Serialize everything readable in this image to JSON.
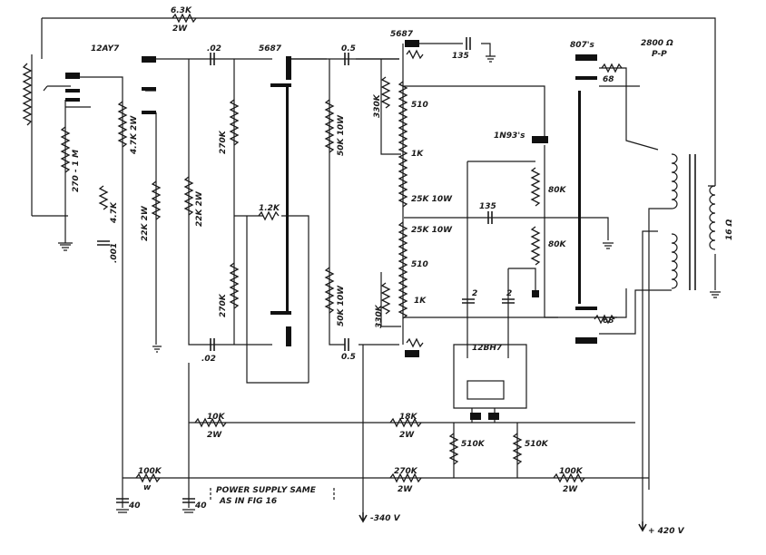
{
  "labels": {
    "fb_res_value": "6.3K",
    "fb_res_watt": "2W",
    "preamp_tube": "12AY7",
    "cap_02_top": ".02",
    "driver_tube": "5687",
    "cap_05_top": "0.5",
    "out_driver_tube": "5687",
    "cap_135_top": "135",
    "output_tubes": "807's",
    "load_value": "2800 Ω",
    "load_note": "P-P",
    "pot_value": "270 - 1 M",
    "res_47k_2w": "4.7K 2W",
    "res_4_7k": "4.7K",
    "res_22k_2w": "22K 2W",
    "cap_001": ".001",
    "res_22k_2w_b": "22K 2W",
    "res_270k_top": "270K",
    "res_1_2k": "1.2K",
    "res_50k_10w_top": "50K 10W",
    "res_330k_top": "330K",
    "res_510_top": "510",
    "diode": "1N93's",
    "res_1k_top": "1K",
    "res_25k_10w_top": "25K 10W",
    "cap_135_mid": "135",
    "res_25k_10w_bot": "25K 10W",
    "res_80k_top": "80K",
    "res_80k_bot": "80K",
    "res_68_top": "68",
    "res_68_bot": "68",
    "res_510_bot": "510",
    "res_1k_bot": "1K",
    "res_330k_bot": "330K",
    "cap_2_left": "2",
    "cap_2_right": "2",
    "res_270k_bot": "270K",
    "res_50k_10w_bot": "50K 10W",
    "cap_02_bot": ".02",
    "cap_05_bot": "0.5",
    "rect_tube": "12BH7",
    "speaker": "16 Ω",
    "res_10k": "10K",
    "res_10k_watt": "2W",
    "res_18k": "18K",
    "res_18k_watt": "2W",
    "res_510k_left": "510K",
    "res_510k_right": "510K",
    "res_100k_left": "100K",
    "res_100k_left_watt": "w",
    "ps_note_line1": "POWER SUPPLY SAME",
    "ps_note_line2": "AS IN FIG 16",
    "res_270k_ps": "270K",
    "res_270k_ps_watt": "2W",
    "res_100k_right": "100K",
    "res_100k_right_watt": "2W",
    "cap_40_left": "40",
    "cap_40_right": "40",
    "supply_neg": "-340 V",
    "supply_pos": "+ 420 V"
  }
}
